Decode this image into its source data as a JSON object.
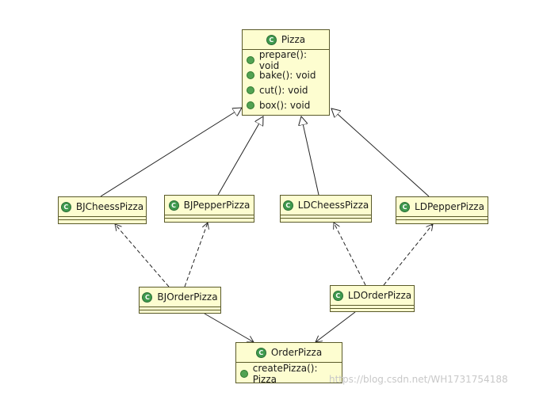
{
  "classes": {
    "pizza": {
      "name": "Pizza",
      "methods": [
        "prepare(): void",
        "bake(): void",
        "cut(): void",
        "box(): void"
      ]
    },
    "bj_chess": {
      "name": "BJCheessPizza"
    },
    "bj_pepper": {
      "name": "BJPepperPizza"
    },
    "ld_chess": {
      "name": "LDCheessPizza"
    },
    "ld_pepper": {
      "name": "LDPepperPizza"
    },
    "bj_order": {
      "name": "BJOrderPizza"
    },
    "ld_order": {
      "name": "LDOrderPizza"
    },
    "order": {
      "name": "OrderPizza",
      "methods": [
        "createPizza(): Pizza"
      ]
    }
  },
  "badge_letter": "C",
  "watermark": "https://blog.csdn.net/WH1731754188",
  "colors": {
    "class_fill": "#fdfdd0",
    "class_border": "#5a5a2a",
    "badge": "#3f9a4e"
  }
}
